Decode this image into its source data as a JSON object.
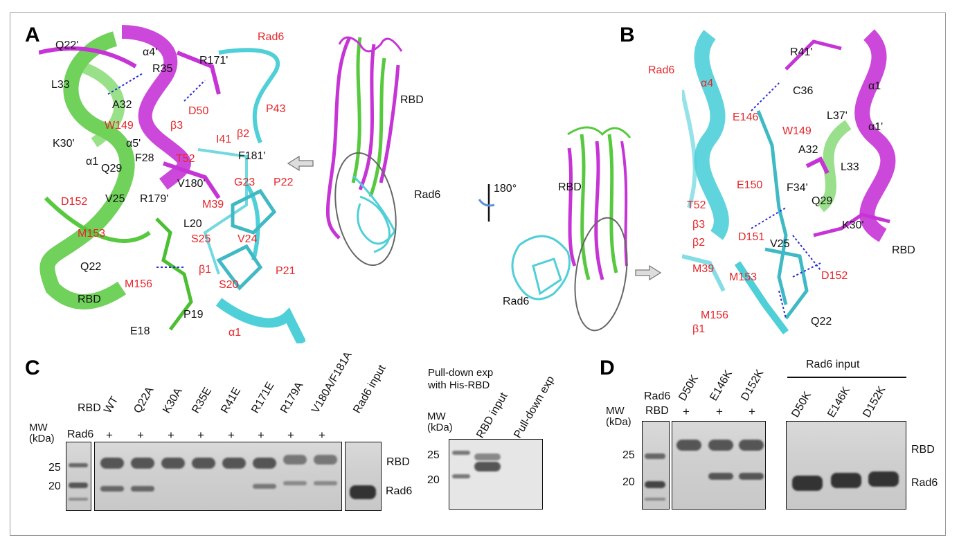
{
  "panels": {
    "A": "A",
    "B": "B",
    "C": "C",
    "D": "D"
  },
  "panelA": {
    "black_labels": [
      "Q22'",
      "R171'",
      "L33",
      "R35",
      "A32",
      "K30'",
      "Q29",
      "F28",
      "V180'",
      "V25",
      "R179'",
      "L20",
      "Q22",
      "RBD",
      "P19",
      "E18",
      "F181'",
      "α1",
      "α4'",
      "α5'"
    ],
    "red_labels": [
      "Rad6",
      "D50",
      "P43",
      "W149",
      "β3",
      "β2",
      "T52",
      "I41",
      "G23",
      "P22",
      "D152",
      "M39",
      "M153",
      "S25",
      "V24",
      "β1",
      "P21",
      "M156",
      "S20",
      "α1"
    ]
  },
  "overview": {
    "rbd_top": "RBD",
    "rad6_top": "Rad6",
    "rotation": "180°",
    "rbd_bottom": "RBD",
    "rad6_bottom": "Rad6"
  },
  "panelB": {
    "black_labels": [
      "R41'",
      "C36",
      "α1",
      "L37'",
      "α1'",
      "A32",
      "L33",
      "F34'",
      "Q29",
      "K30'",
      "V25",
      "RBD",
      "Q22"
    ],
    "red_labels": [
      "Rad6",
      "α4",
      "E146",
      "W149",
      "E150",
      "T52",
      "β3",
      "β2",
      "D151",
      "M39",
      "M153",
      "D152",
      "M156",
      "β1"
    ]
  },
  "panelC": {
    "mw_label": "MW\n(kDa)",
    "rbd_label": "RBD",
    "rad6_label": "Rad6",
    "lanes": [
      "RBD",
      "WT",
      "Q22A",
      "K30A",
      "R35E",
      "R41E",
      "R171E",
      "R179A",
      "V180A/F181A",
      "Rad6 input"
    ],
    "plus_signs": [
      "+",
      "+",
      "+",
      "+",
      "+",
      "+",
      "+",
      "+"
    ],
    "markers": [
      "25",
      "20"
    ],
    "band_labels": [
      "RBD",
      "Rad6"
    ],
    "pulldown_title": "Pull-down exp\nwith His-RBD",
    "pulldown_lanes": [
      "RBD input",
      "Pull-down exp"
    ],
    "pulldown_markers": [
      "25",
      "20"
    ]
  },
  "panelD": {
    "mw_label": "MW\n(kDa)",
    "rad6_label": "Rad6",
    "rbd_label": "RBD",
    "lanes": [
      "D50K",
      "E146K",
      "D152K"
    ],
    "plus_signs": [
      "+",
      "+",
      "+"
    ],
    "markers": [
      "25",
      "20"
    ],
    "input_title": "Rad6 input",
    "input_lanes": [
      "D50K",
      "E146K",
      "D152K"
    ],
    "band_labels": [
      "RBD",
      "Rad6"
    ]
  },
  "colors": {
    "rbd_green": "#57c93e",
    "rbd_magenta": "#c634d6",
    "rad6_cyan": "#4fcfd8",
    "label_red": "#e8252a"
  }
}
